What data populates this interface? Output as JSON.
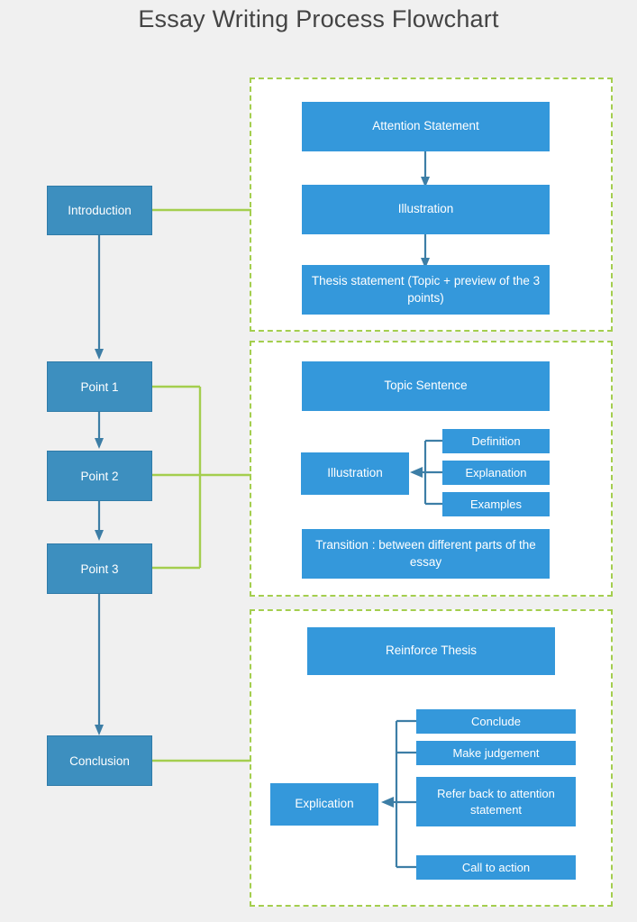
{
  "page": {
    "title": "Essay Writing Process Flowchart",
    "background_color": "#f0f0f0",
    "node_color": "#3498db",
    "spine_node_color": "#3d8fbf",
    "group_border_color": "#a4ce4e",
    "connector_blue": "#3d7ea6",
    "connector_green": "#a4ce4e"
  },
  "spine": {
    "nodes": [
      {
        "id": "introduction",
        "label": "Introduction"
      },
      {
        "id": "point1",
        "label": "Point 1"
      },
      {
        "id": "point2",
        "label": "Point 2"
      },
      {
        "id": "point3",
        "label": "Point 3"
      },
      {
        "id": "conclusion",
        "label": "Conclusion"
      }
    ]
  },
  "groups": [
    {
      "id": "introduction-group",
      "linked_from": "Introduction",
      "nodes": [
        {
          "id": "attention-statement",
          "label": "Attention Statement"
        },
        {
          "id": "illustration-intro",
          "label": "Illustration"
        },
        {
          "id": "thesis-statement",
          "label": "Thesis statement (Topic + preview of the 3 points)"
        }
      ]
    },
    {
      "id": "body-group",
      "linked_from": "Point 1, Point 2, Point 3",
      "nodes": [
        {
          "id": "topic-sentence",
          "label": "Topic Sentence"
        },
        {
          "id": "illustration-body",
          "label": "Illustration"
        },
        {
          "id": "definition",
          "label": "Definition"
        },
        {
          "id": "explanation",
          "label": "Explanation"
        },
        {
          "id": "examples",
          "label": "Examples"
        },
        {
          "id": "transition",
          "label": "Transition : between different parts of the essay"
        }
      ]
    },
    {
      "id": "conclusion-group",
      "linked_from": "Conclusion",
      "nodes": [
        {
          "id": "reinforce-thesis",
          "label": "Reinforce Thesis"
        },
        {
          "id": "explication",
          "label": "Explication"
        },
        {
          "id": "conclude",
          "label": "Conclude"
        },
        {
          "id": "make-judgement",
          "label": "Make judgement"
        },
        {
          "id": "refer-back",
          "label": "Refer back to attention statement"
        },
        {
          "id": "call-to-action",
          "label": "Call to action"
        }
      ]
    }
  ]
}
